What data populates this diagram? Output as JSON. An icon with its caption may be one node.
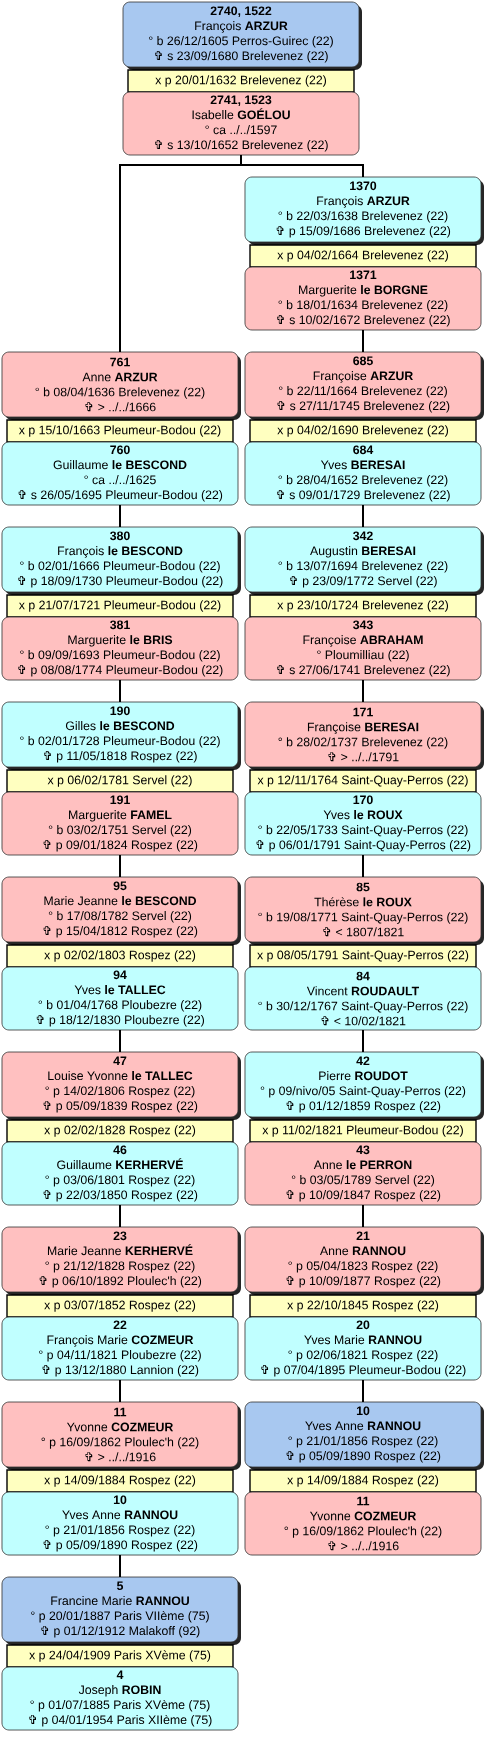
{
  "diagram": {
    "nodes": [
      {
        "text": [
          "2740, 1522",
          "François **ARZUR**",
          "° b 26/12/1605 Perros-Guirec (22)",
          "✞ s 23/09/1680 Brelevenez (22)"
        ]
      },
      {
        "text": [
          "x p 20/01/1632 Brelevenez (22)"
        ]
      },
      {
        "text": [
          "2741, 1523",
          "Isabelle **GOÉLOU**",
          "° ca ../../1597",
          "✞ s 13/10/1652 Brelevenez (22)"
        ]
      },
      {
        "text": [
          "1370",
          "François **ARZUR**",
          "° b 22/03/1638 Brelevenez (22)",
          "✞ p 15/09/1686 Brelevenez (22)"
        ]
      },
      {
        "text": [
          "x p 04/02/1664 Brelevenez (22)"
        ]
      },
      {
        "text": [
          "1371",
          "Marguerite **le BORGNE**",
          "° b 18/01/1634 Brelevenez (22)",
          "✞ s 10/02/1672 Brelevenez (22)"
        ]
      },
      {
        "text": [
          "761",
          "Anne **ARZUR**",
          "° b 08/04/1636 Brelevenez (22)",
          "✞ > ../../1666"
        ]
      },
      {
        "text": [
          "x p 15/10/1663 Pleumeur-Bodou (22)"
        ]
      },
      {
        "text": [
          "760",
          "Guillaume **le BESCOND**",
          "° ca ../../1625",
          "✞ s 26/05/1695 Pleumeur-Bodou (22)"
        ]
      },
      {
        "text": [
          "685",
          "Françoise **ARZUR**",
          "° b 22/11/1664 Brelevenez (22)",
          "✞ s 27/11/1745 Brelevenez (22)"
        ]
      },
      {
        "text": [
          "x p 04/02/1690 Brelevenez (22)"
        ]
      },
      {
        "text": [
          "684",
          "Yves **BERESAI**",
          "° b 28/04/1652 Brelevenez (22)",
          "✞ s 09/01/1729 Brelevenez (22)"
        ]
      },
      {
        "text": [
          "380",
          "François **le BESCOND**",
          "° b 02/01/1666 Pleumeur-Bodou (22)",
          "✞ p 18/09/1730 Pleumeur-Bodou (22)"
        ]
      },
      {
        "text": [
          "x p 21/07/1721 Pleumeur-Bodou (22)"
        ]
      },
      {
        "text": [
          "381",
          "Marguerite **le BRIS**",
          "° b 09/09/1693 Pleumeur-Bodou (22)",
          "✞ p 08/08/1774 Pleumeur-Bodou (22)"
        ]
      },
      {
        "text": [
          "342",
          "Augustin **BERESAI**",
          "° b 13/07/1694 Brelevenez (22)",
          "✞ p 23/09/1772 Servel (22)"
        ]
      },
      {
        "text": [
          "x p 23/10/1724 Brelevenez (22)"
        ]
      },
      {
        "text": [
          "343",
          "Françoise **ABRAHAM**",
          "° Ploumilliau (22)",
          "✞ s 27/06/1741 Brelevenez (22)"
        ]
      },
      {
        "text": [
          "190",
          "Gilles **le BESCOND**",
          "° b 02/01/1728 Pleumeur-Bodou (22)",
          "✞ p 11/05/1818 Rospez (22)"
        ]
      },
      {
        "text": [
          "x p 06/02/1781 Servel (22)"
        ]
      },
      {
        "text": [
          "191",
          "Marguerite **FAMEL**",
          "° b 03/02/1751 Servel (22)",
          "✞ p 09/01/1824 Rospez (22)"
        ]
      },
      {
        "text": [
          "171",
          "Françoise **BERESAI**",
          "° b 28/02/1737 Brelevenez (22)",
          "✞ > ../../1791"
        ]
      },
      {
        "text": [
          "x p 12/11/1764 Saint-Quay-Perros (22)"
        ]
      },
      {
        "text": [
          "170",
          "Yves **le ROUX**",
          "° b 22/05/1733 Saint-Quay-Perros (22)",
          "✞ p 06/01/1791 Saint-Quay-Perros (22)"
        ]
      },
      {
        "text": [
          "95",
          "Marie Jeanne **le BESCOND**",
          "° b 17/08/1782 Servel (22)",
          "✞ p 15/04/1812 Rospez (22)"
        ]
      },
      {
        "text": [
          "x p 02/02/1803 Rospez (22)"
        ]
      },
      {
        "text": [
          "94",
          "Yves **le TALLEC**",
          "° b 01/04/1768 Ploubezre (22)",
          "✞ p 18/12/1830 Ploubezre (22)"
        ]
      },
      {
        "text": [
          "85",
          "Thérèse **le ROUX**",
          "° b 19/08/1771 Saint-Quay-Perros (22)",
          "✞ < 1807/1821"
        ]
      },
      {
        "text": [
          "x p 08/05/1791 Saint-Quay-Perros (22)"
        ]
      },
      {
        "text": [
          "84",
          "Vincent **ROUDAULT**",
          "° b 30/12/1767 Saint-Quay-Perros (22)",
          "✞ < 10/02/1821"
        ]
      },
      {
        "text": [
          "47",
          "Louise Yvonne **le TALLEC**",
          "° p 14/02/1806 Rospez (22)",
          "✞ p 05/09/1839 Rospez (22)"
        ]
      },
      {
        "text": [
          "x p 02/02/1828 Rospez (22)"
        ]
      },
      {
        "text": [
          "46",
          "Guillaume **KERHERVÉ**",
          "° p 03/06/1801 Rospez (22)",
          "✞ p 22/03/1850 Rospez (22)"
        ]
      },
      {
        "text": [
          "42",
          "Pierre **ROUDOT**",
          "° p 09/nivo/05 Saint-Quay-Perros (22)",
          "✞ p 01/12/1859 Rospez (22)"
        ]
      },
      {
        "text": [
          "x p 11/02/1821 Pleumeur-Bodou (22)"
        ]
      },
      {
        "text": [
          "43",
          "Anne **le PERRON**",
          "° b 03/05/1789 Servel (22)",
          "✞ p 10/09/1847 Rospez (22)"
        ]
      },
      {
        "text": [
          "23",
          "Marie Jeanne **KERHERVÉ**",
          "° p 21/12/1828 Rospez (22)",
          "✞ p 06/10/1892 Ploulec'h (22)"
        ]
      },
      {
        "text": [
          "x p 03/07/1852 Rospez (22)"
        ]
      },
      {
        "text": [
          "22",
          "François Marie **COZMEUR**",
          "° p 04/11/1821 Ploubezre (22)",
          "✞ p 13/12/1880 Lannion (22)"
        ]
      },
      {
        "text": [
          "21",
          "Anne **RANNOU**",
          "° p 05/04/1823 Rospez (22)",
          "✞ p 10/09/1877 Rospez (22)"
        ]
      },
      {
        "text": [
          "x p 22/10/1845 Rospez (22)"
        ]
      },
      {
        "text": [
          "20",
          "Yves Marie **RANNOU**",
          "° p 02/06/1821 Rospez (22)",
          "✞ p 07/04/1895 Pleumeur-Bodou (22)"
        ]
      },
      {
        "text": [
          "11",
          "Yvonne **COZMEUR**",
          "° p 16/09/1862 Ploulec'h (22)",
          "✞ > ../../1916"
        ]
      },
      {
        "text": [
          "x p 14/09/1884 Rospez (22)"
        ]
      },
      {
        "text": [
          "10",
          "Yves Anne **RANNOU**",
          "° p 21/01/1856 Rospez (22)",
          "✞ p 05/09/1890 Rospez (22)"
        ]
      },
      {
        "text": [
          "10",
          "Yves Anne **RANNOU**",
          "° p 21/01/1856 Rospez (22)",
          "✞ p 05/09/1890 Rospez (22)"
        ]
      },
      {
        "text": [
          "x p 14/09/1884 Rospez (22)"
        ]
      },
      {
        "text": [
          "11",
          "Yvonne **COZMEUR**",
          "° p 16/09/1862 Ploulec'h (22)",
          "✞ > ../../1916"
        ]
      },
      {
        "text": [
          "5",
          "Francine Marie **RANNOU**",
          "° p 20/01/1887 Paris VIIème (75)",
          "✞ p 01/12/1912 Malakoff (92)"
        ]
      },
      {
        "text": [
          "x p 24/04/1909 Paris XVème (75)"
        ]
      },
      {
        "text": [
          "4",
          "Joseph **ROBIN**",
          "° p 01/07/1885 Paris XVème (75)",
          "✞ p 04/01/1954 Paris XIIème (75)"
        ]
      }
    ],
    "edges": [
      {
        "from": 2,
        "to": 6,
        "arrow": "none"
      },
      {
        "from": 2,
        "to": 3,
        "arrow": "none"
      },
      {
        "from": 5,
        "to": 9,
        "arrow": "none"
      },
      {
        "from": 8,
        "to": 12,
        "arrow": "none"
      },
      {
        "from": 11,
        "to": 15,
        "arrow": "none"
      },
      {
        "from": 14,
        "to": 18,
        "arrow": "none"
      },
      {
        "from": 17,
        "to": 21,
        "arrow": "none"
      },
      {
        "from": 20,
        "to": 24,
        "arrow": "none"
      },
      {
        "from": 23,
        "to": 27,
        "arrow": "none"
      },
      {
        "from": 26,
        "to": 30,
        "arrow": "none"
      },
      {
        "from": 29,
        "to": 33,
        "arrow": "none"
      },
      {
        "from": 32,
        "to": 36,
        "arrow": "none"
      },
      {
        "from": 35,
        "to": 39,
        "arrow": "none"
      },
      {
        "from": 38,
        "to": 42,
        "arrow": "none"
      },
      {
        "from": 41,
        "to": 45,
        "arrow": "none"
      },
      {
        "from": 44,
        "to": 48,
        "arrow": "none"
      }
    ]
  }
}
